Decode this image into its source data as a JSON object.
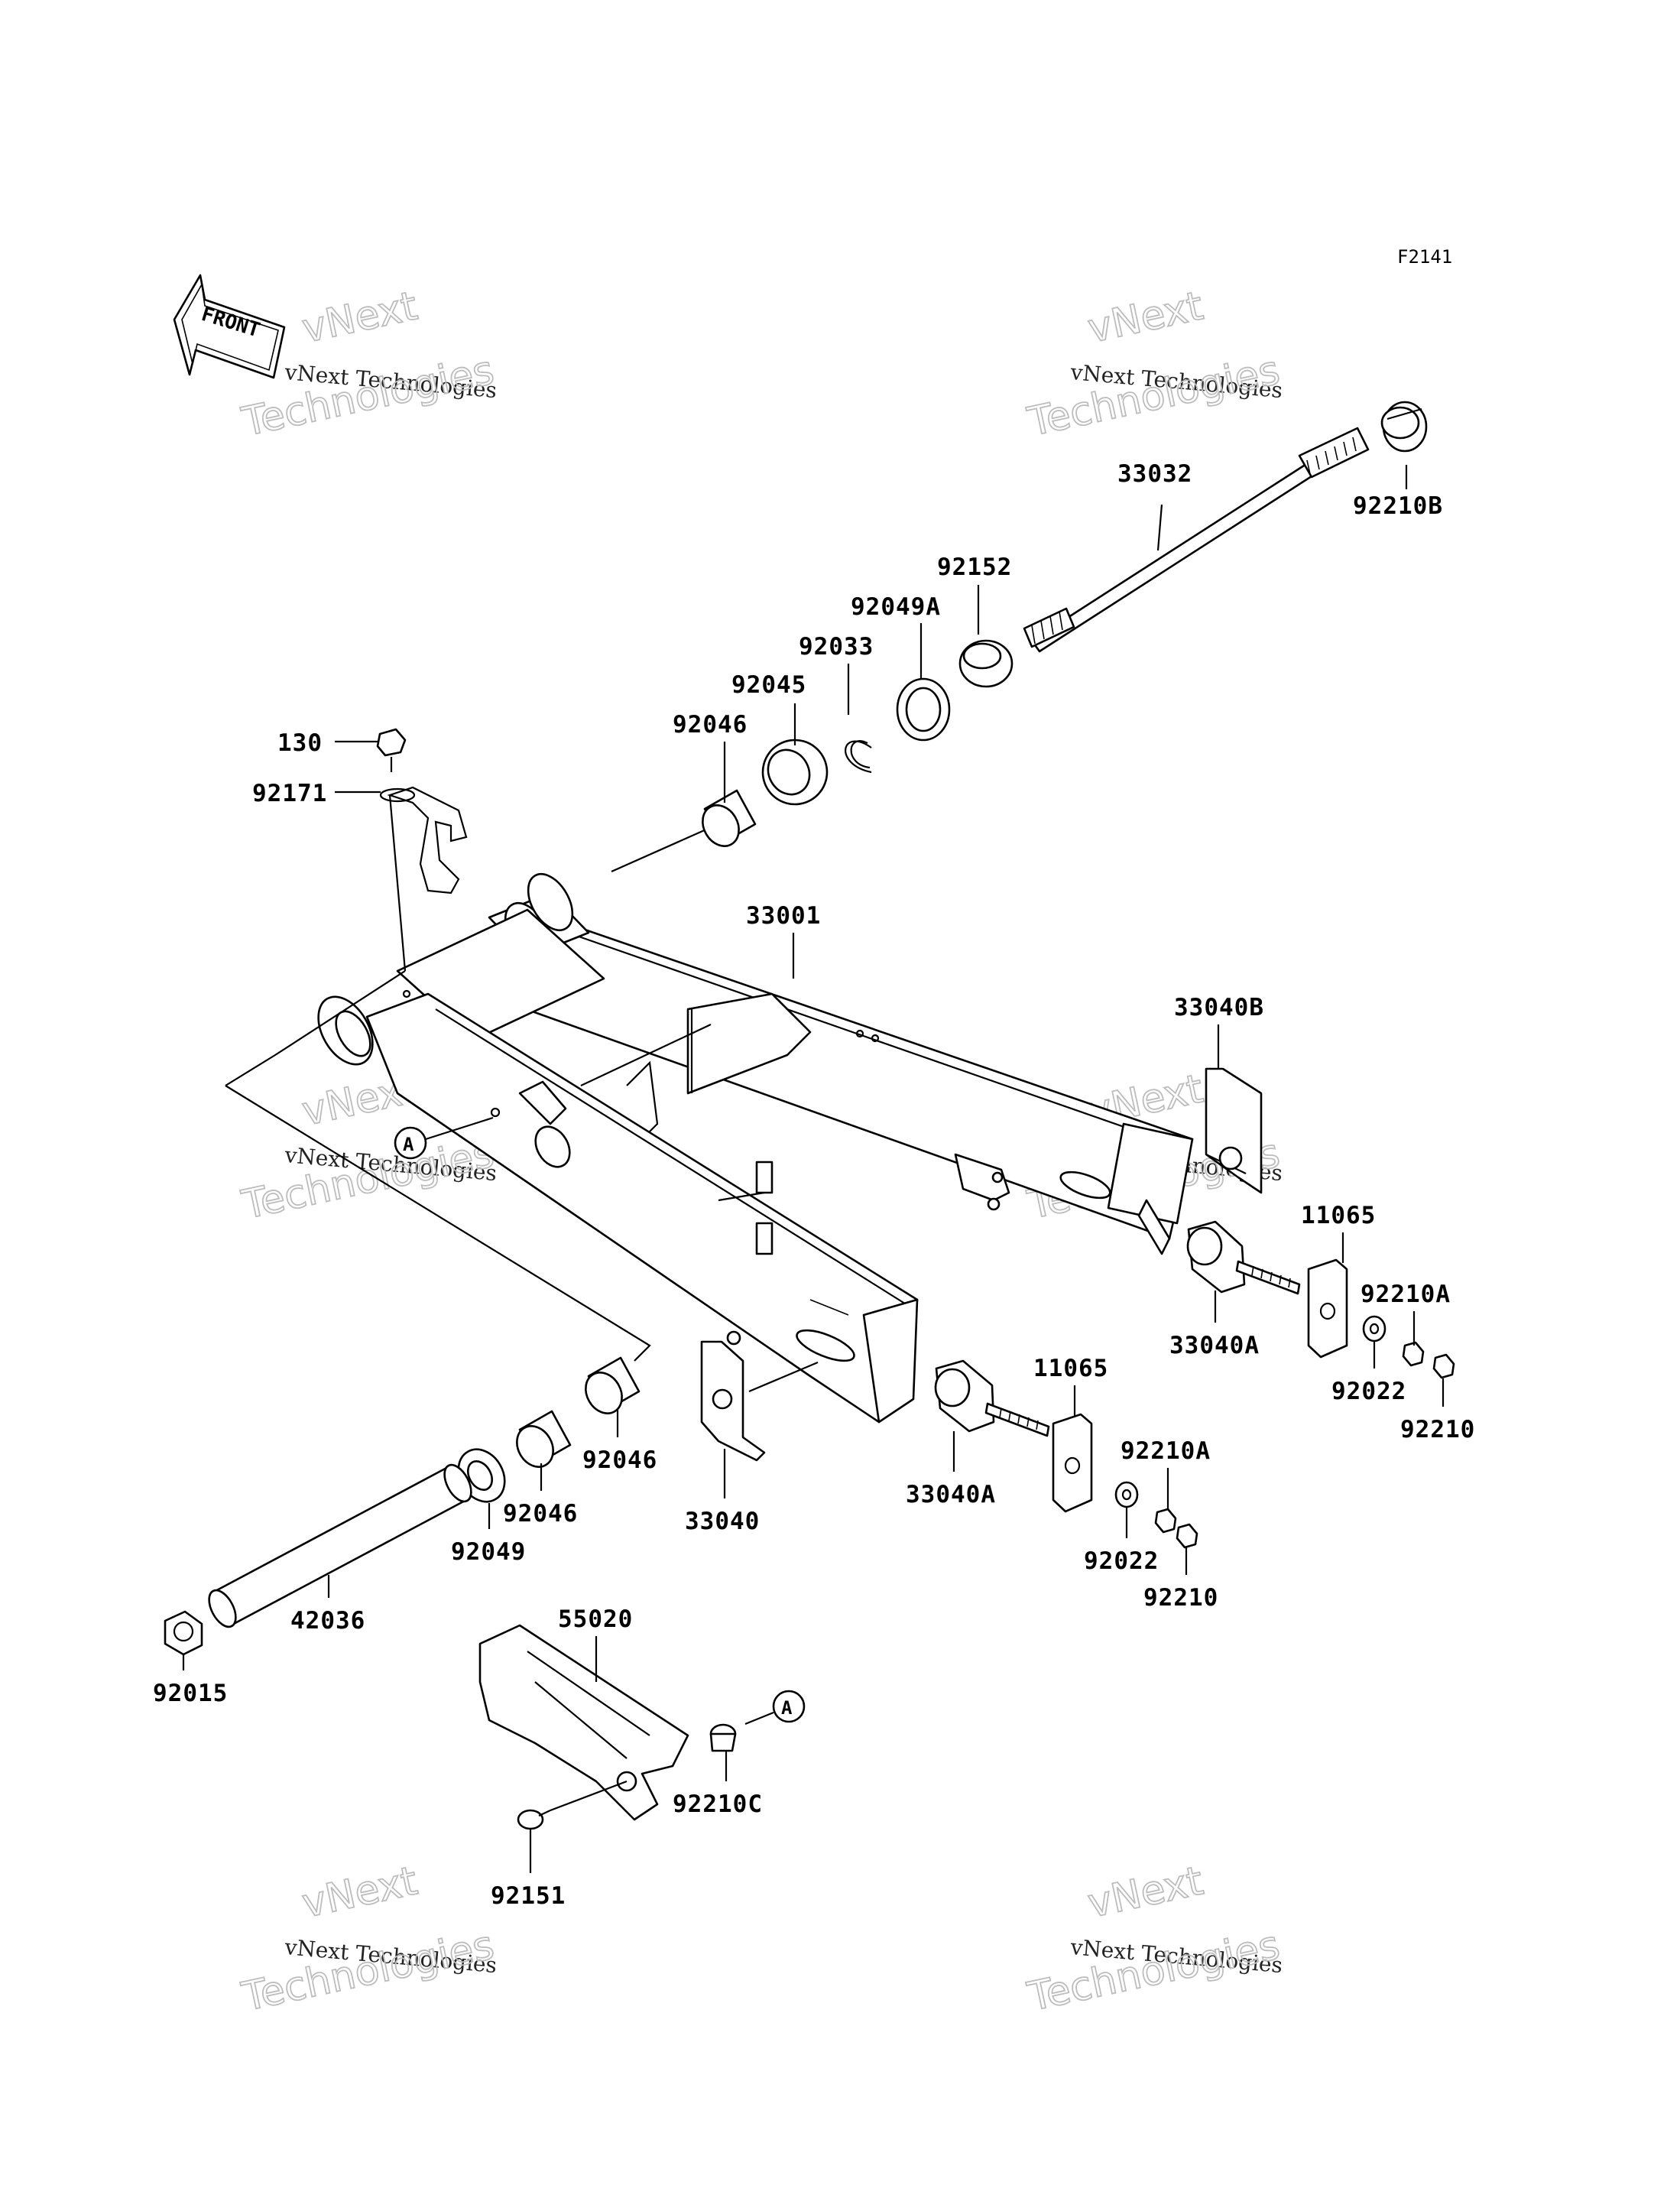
{
  "figure_code": "F2141",
  "front_label": "FRONT",
  "watermark": {
    "line1": "vNext",
    "line2": "vNext Technologies",
    "line3": "Technologies"
  },
  "callout_letter": "A",
  "parts": {
    "p33032": "33032",
    "p92210B": "92210B",
    "p92152": "92152",
    "p92049A": "92049A",
    "p92033": "92033",
    "p92045": "92045",
    "p92046_top": "92046",
    "p130": "130",
    "p92171": "92171",
    "p33001": "33001",
    "p33040B": "33040B",
    "p11065_r": "11065",
    "p92210A_r": "92210A",
    "p33040A_r": "33040A",
    "p92022_r": "92022",
    "p92210_r": "92210",
    "p11065_m": "11065",
    "p92210A_m": "92210A",
    "p33040A_m": "33040A",
    "p92022_m": "92022",
    "p92210_m": "92210",
    "p33040": "33040",
    "p92046_a": "92046",
    "p92046_b": "92046",
    "p92049": "92049",
    "p42036": "42036",
    "p92015": "92015",
    "p55020": "55020",
    "p92210C": "92210C",
    "p92151": "92151"
  }
}
